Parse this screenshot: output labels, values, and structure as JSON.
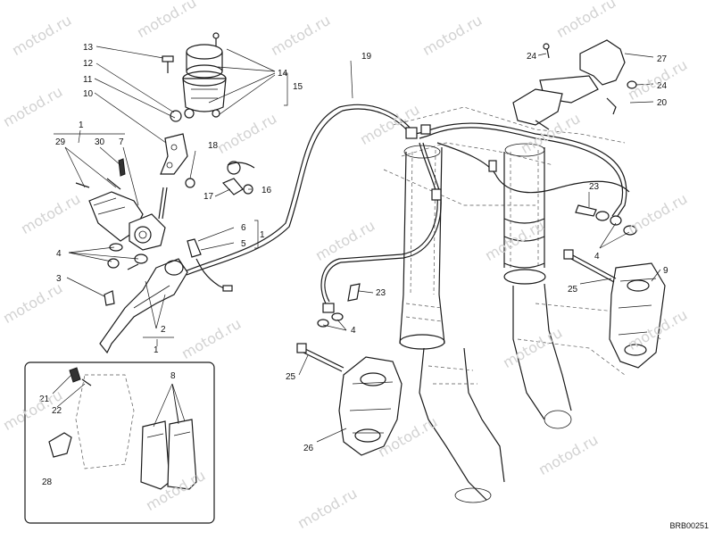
{
  "watermark": "motod.ru",
  "drawing_code": "BRB00251",
  "callouts": {
    "n1": "1",
    "n2": "2",
    "n3": "3",
    "n4": "4",
    "n5": "5",
    "n6": "6",
    "n7": "7",
    "n8": "8",
    "n9": "9",
    "n10": "10",
    "n11": "11",
    "n12": "12",
    "n13": "13",
    "n14": "14",
    "n15": "15",
    "n16": "16",
    "n17": "17",
    "n18": "18",
    "n19": "19",
    "n20": "20",
    "n21": "21",
    "n22": "22",
    "n23": "23",
    "n24": "24",
    "n25": "25",
    "n26": "26",
    "n27": "27",
    "n28": "28",
    "n29": "29",
    "n30": "30"
  }
}
